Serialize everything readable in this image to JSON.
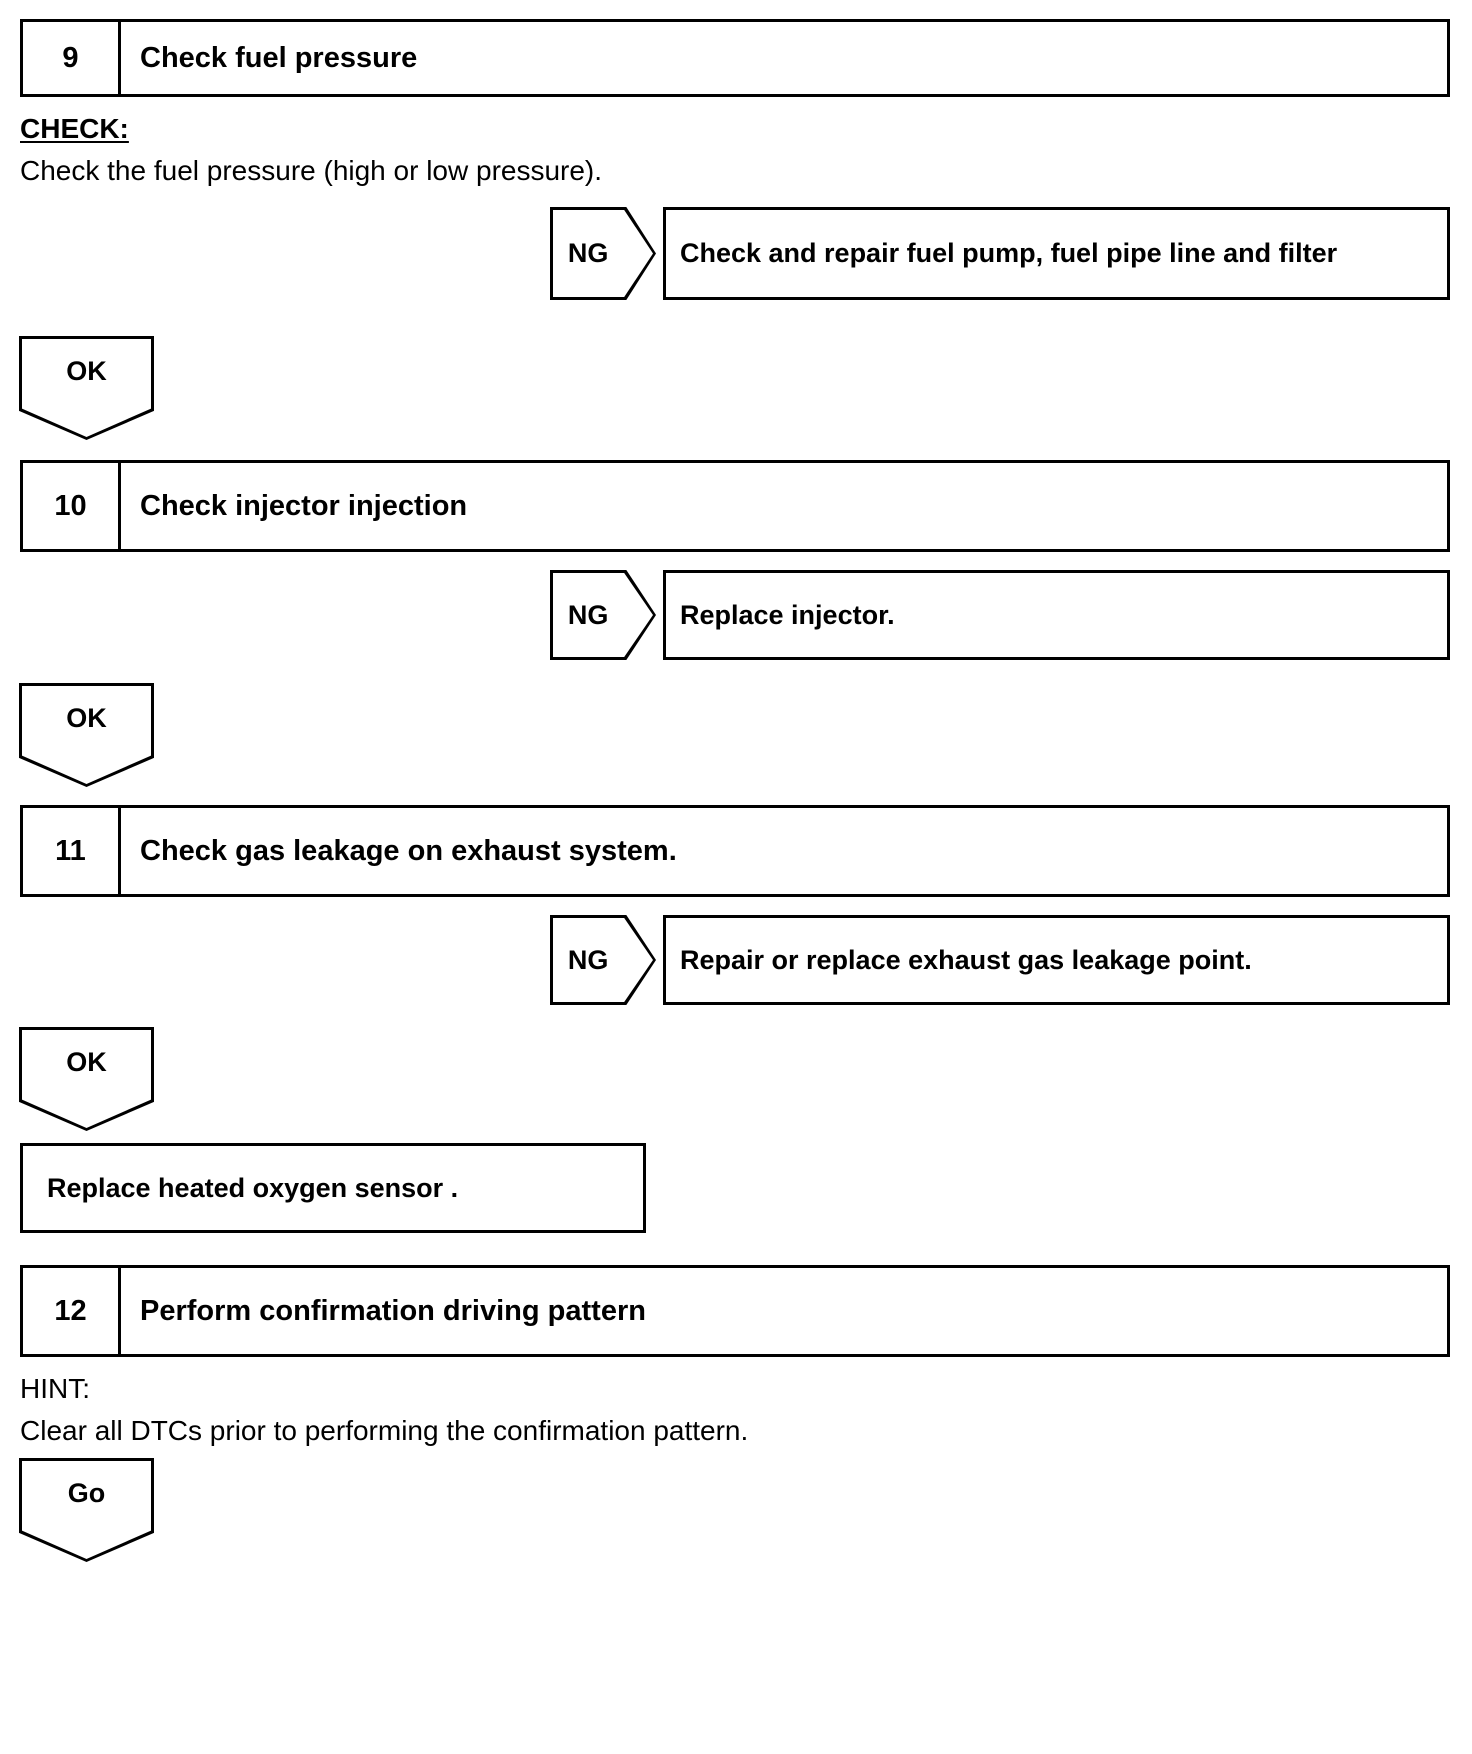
{
  "document": {
    "type": "diagnostic-flowchart",
    "page_background": "#ffffff",
    "ink_color": "#000000"
  },
  "steps": [
    {
      "number": "9",
      "title": "Check fuel pressure",
      "check_label": "CHECK:",
      "check_text": "Check the fuel pressure (high or low pressure).",
      "ng_label": "NG",
      "ng_result": "Check and repair fuel pump, fuel pipe line and filter",
      "ok_label": "OK"
    },
    {
      "number": "10",
      "title": "Check injector injection",
      "ng_label": "NG",
      "ng_result": "Replace injector.",
      "ok_label": "OK"
    },
    {
      "number": "11",
      "title": "Check gas leakage on exhaust system.",
      "ng_label": "NG",
      "ng_result": "Repair or replace exhaust gas leakage point.",
      "ok_label": "OK"
    }
  ],
  "terminal_box": {
    "text": "Replace heated oxygen sensor ."
  },
  "final_step": {
    "number": "12",
    "title": "Perform confirmation driving pattern",
    "hint_label": "HINT:",
    "hint_text": "Clear all DTCs prior to performing the confirmation pattern.",
    "go_label": "Go"
  }
}
